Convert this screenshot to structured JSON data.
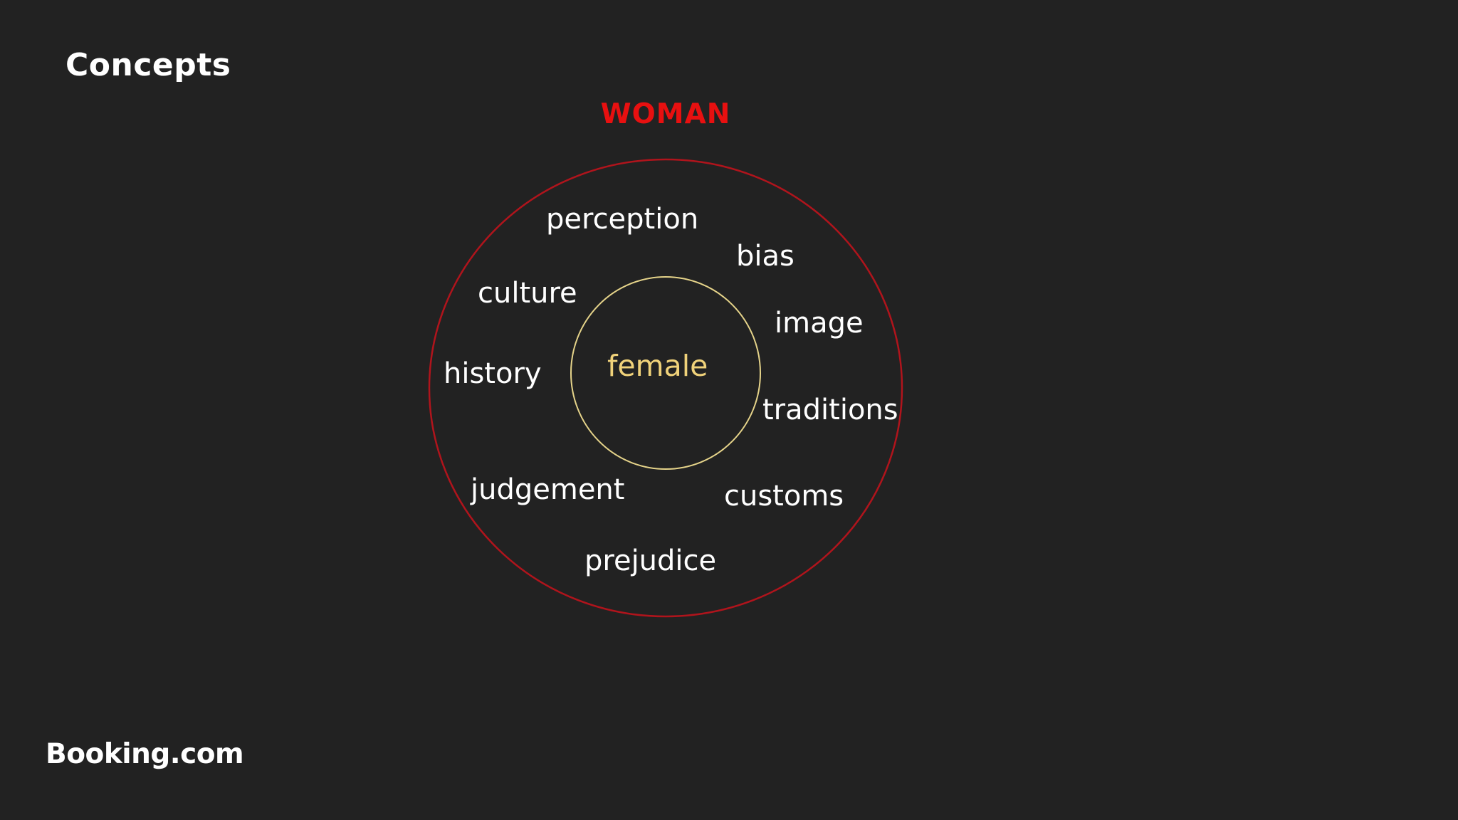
{
  "slide": {
    "title": "Concepts"
  },
  "diagram": {
    "outer_label": "WOMAN",
    "center_term": "female",
    "terms": {
      "perception": "perception",
      "bias": "bias",
      "culture": "culture",
      "image": "image",
      "history": "history",
      "traditions": "traditions",
      "judgement": "judgement",
      "customs": "customs",
      "prejudice": "prejudice"
    }
  },
  "brand": {
    "logo_text": "Booking.com"
  },
  "colors": {
    "background": "#222222",
    "outer_accent": "#e81010",
    "outer_ring": "#b0141c",
    "inner_accent": "#f0d27a",
    "inner_ring": "#e6d48a",
    "text": "#ffffff"
  }
}
